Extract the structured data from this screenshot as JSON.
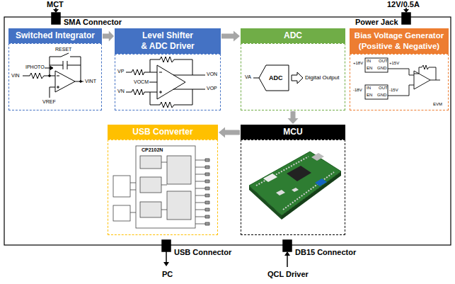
{
  "diagram": {
    "nodes": [
      {
        "text": [
          "Switched Integrator"
        ]
      },
      {
        "text": [
          "Level Shifter & ADC Driver"
        ]
      },
      {
        "text": [
          "ADC"
        ]
      },
      {
        "text": [
          "Bias Voltage Generator (Positive & Negative)"
        ]
      },
      {
        "text": [
          "USB Converter"
        ]
      },
      {
        "text": [
          "MCU"
        ]
      }
    ],
    "edges": [
      {
        "from": 0,
        "to": 1,
        "arrow": "to"
      },
      {
        "from": 1,
        "to": 2,
        "arrow": "to"
      },
      {
        "from": 2,
        "to": 5,
        "arrow": "to"
      },
      {
        "from": 5,
        "to": 4,
        "arrow": "to"
      }
    ],
    "labels": [
      "MCT",
      "SMA Connector",
      "12V/0.5A",
      "Power Jack",
      "RESET",
      "IPHOTO",
      "VIN",
      "VINT",
      "VREF",
      "VP",
      "VOCM",
      "VN",
      "VON",
      "VOP",
      "VA",
      "ADC",
      "Digital Output",
      "+18V",
      "IN",
      "OUT",
      "EN",
      "GND",
      "+15V",
      "-18V",
      "IN",
      "OUT",
      "EN",
      "GND",
      "-15V",
      "EVM",
      "CP2102N",
      "USB Connector",
      "PC",
      "DB15 Connector",
      "QCL Driver"
    ]
  }
}
